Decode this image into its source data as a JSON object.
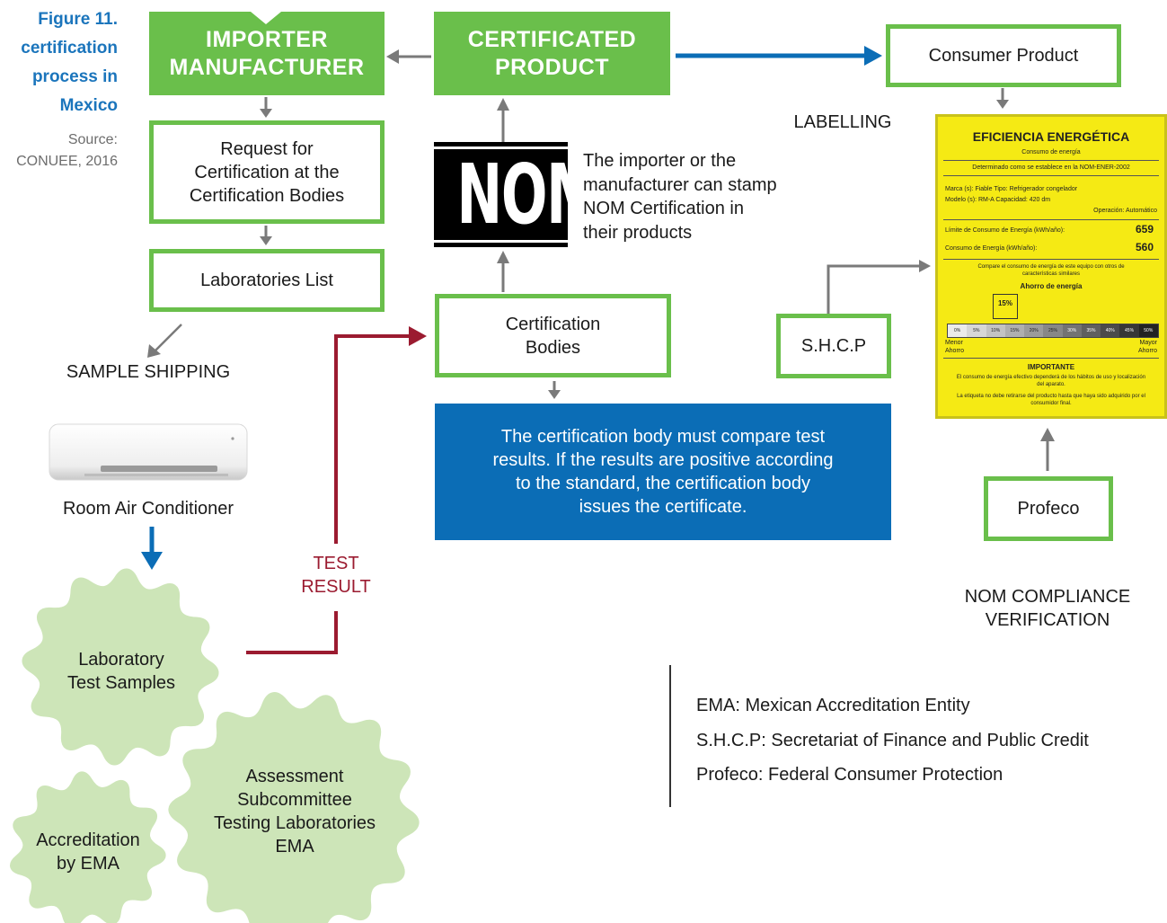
{
  "figure": {
    "label": "Figure 11.",
    "title_lines": [
      "certification",
      "process in",
      "Mexico"
    ],
    "source_label": "Source:",
    "source_value": "CONUEE, 2016"
  },
  "boxes": {
    "importer": [
      "IMPORTER",
      "MANUFACTURER"
    ],
    "certificated": [
      "CERTIFICATED",
      "PRODUCT"
    ],
    "consumer": "Consumer Product",
    "request": [
      "Request for",
      "Certification at the",
      "Certification Bodies"
    ],
    "labs_list": "Laboratories List",
    "cert_bodies": [
      "Certification",
      "Bodies"
    ],
    "shcp": "S.H.C.P",
    "profeco": "Profeco"
  },
  "nom": {
    "logo_text": "NOM",
    "caption": [
      "The importer or the",
      "manufacturer can stamp",
      "NOM Certification in",
      "their products"
    ]
  },
  "labels": {
    "labelling": "LABELLING",
    "sample_shipping": "SAMPLE SHIPPING",
    "room_ac": "Room Air Conditioner",
    "test_result": [
      "TEST",
      "RESULT"
    ],
    "nom_compliance": [
      "NOM COMPLIANCE",
      "VERIFICATION"
    ]
  },
  "blue_note": [
    "The certification body must compare test",
    "results. If the results are positive according",
    "to the standard, the certification body",
    "issues the certificate."
  ],
  "gears": {
    "lab_test": [
      "Laboratory",
      "Test Samples"
    ],
    "assessment": [
      "Assessment",
      "Subcommittee",
      "Testing Laboratories",
      "EMA"
    ],
    "accreditation": [
      "Accreditation",
      "by EMA"
    ]
  },
  "legend": [
    "EMA: Mexican Accreditation Entity",
    "S.H.C.P: Secretariat of Finance and Public Credit",
    "Profeco: Federal Consumer Protection"
  ],
  "energy_label": {
    "title": "EFICIENCIA ENERGÉTICA",
    "subtitle": "Consumo de energía",
    "norm": "Determinado como se establece en la NOM-ENER-2002",
    "row_marca": "Marca (s):   Fiable    Tipo: Refrigerador congelador",
    "row_modelo": "Modelo (s):   RM-A    Capacidad: 420 dm",
    "row_operacion": "Operación: Automático",
    "limit_label": "Límite de Consumo de Energía (kWh/año):",
    "limit_value": "659",
    "consumption_label": "Consumo de Energía (kWh/año):",
    "consumption_value": "560",
    "compare_note": "Compare el consumo de energía de este equipo con otros de características similares",
    "savings_title": "Ahorro de energía",
    "savings_value": "15%",
    "scale": [
      "0%",
      "5%",
      "10%",
      "15%",
      "20%",
      "25%",
      "30%",
      "35%",
      "40%",
      "45%",
      "50%"
    ],
    "scale_left": "Menor Ahorro",
    "scale_right": "Mayor Ahorro",
    "important_title": "IMPORTANTE",
    "important_note": "El consumo de energía efectivo dependerá de los hábitos de uso y localización del aparato.",
    "footer_note": "La etiqueta no debe retirarse del producto hasta que haya sido adquirido por el consumidor final."
  },
  "colors": {
    "green": "#6abf4b",
    "blue": "#0b6db6",
    "dark_red": "#9b1b30",
    "grey_arrow": "#7a7a7a",
    "label_yellow": "#f5ea14",
    "gear_green": "#cde5b8",
    "figure_blue": "#1b75bc"
  },
  "icons": {
    "product_image": "air-conditioner-icon",
    "logo": "nom-logo-icon"
  }
}
